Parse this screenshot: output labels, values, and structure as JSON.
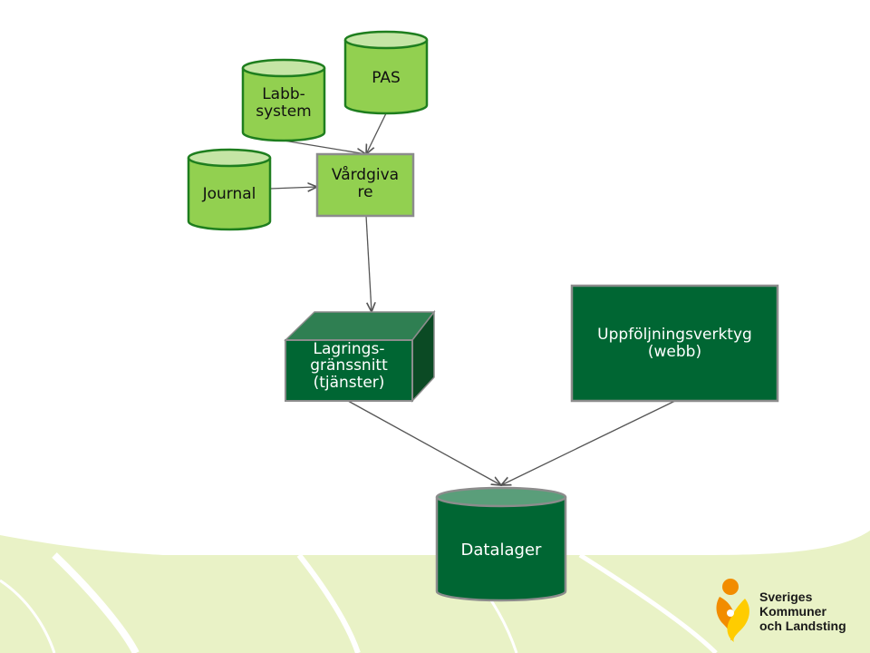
{
  "nodes": {
    "labbsystem": "Labb-\nsystem",
    "pas": "PAS",
    "journal": "Journal",
    "vardgivare": "Vårdgiva\nre",
    "lagring": "Lagrings-\ngränssnitt\n(tjänster)",
    "uppfoljning": "Uppföljningsverktyg\n(webb)",
    "datalager": "Datalager"
  },
  "logo": {
    "line1": "Sveriges",
    "line2": "Kommuner",
    "line3": "och Landsting"
  },
  "colors": {
    "light_green": "#92D050",
    "light_green_top": "#C5E5A5",
    "dark_green": "#006633",
    "dark_green_top": "#339966",
    "box_border": "#8C8C8C",
    "arrow": "#555555",
    "background_band": "#E9F2C6",
    "logo_orange": "#F28C00",
    "logo_yellow": "#FFCC00"
  }
}
